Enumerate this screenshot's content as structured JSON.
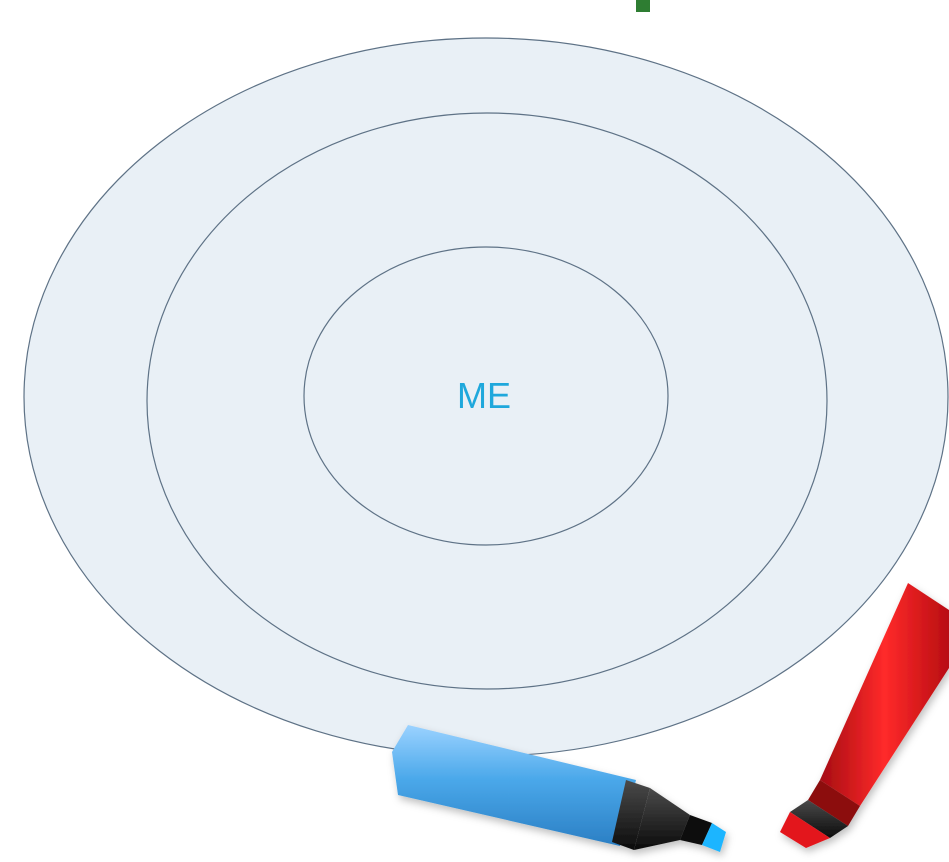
{
  "diagram": {
    "center_label": "ME",
    "ring_count": 3
  },
  "colors": {
    "ring_fill": "#e9f0f6",
    "ring_stroke": "#5e7286",
    "label": "#1fa8dc",
    "corner_accent": "#2e7d32",
    "blue_marker": "#4aa8ea",
    "red_marker": "#d8141c"
  },
  "decorations": {
    "marker_1": "blue-highlighter-marker",
    "marker_2": "red-highlighter-marker"
  }
}
